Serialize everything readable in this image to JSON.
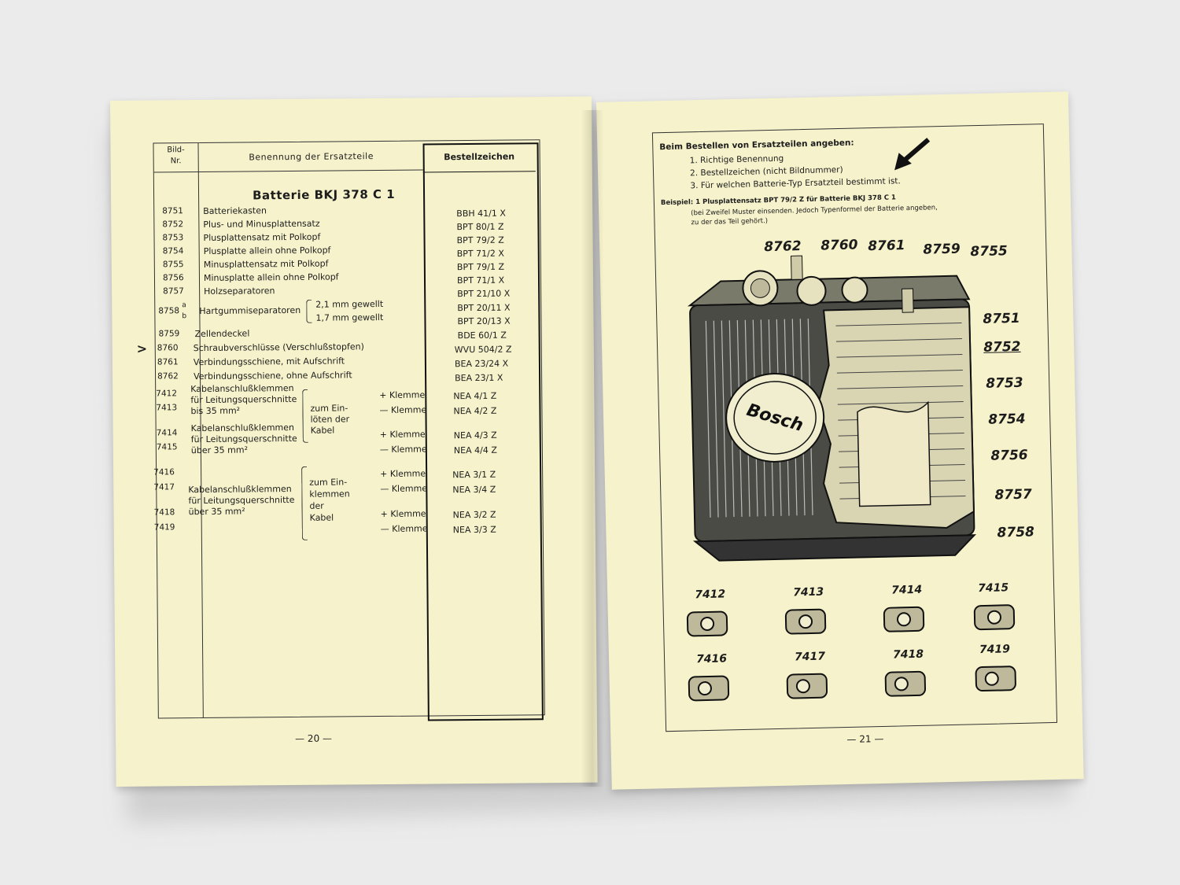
{
  "left_page": {
    "header": {
      "bild_nr": "Bild-\nNr.",
      "benennung": "Benennung der Ersatzteile",
      "bestellzeichen": "Bestellzeichen"
    },
    "title": "Batterie  BKJ 378 C 1",
    "rows": [
      {
        "nr": "8751",
        "name": "Batteriekasten",
        "code": "BBH 41/1 X"
      },
      {
        "nr": "8752",
        "name": "Plus- und Minusplattensatz",
        "code": "BPT 80/1 Z"
      },
      {
        "nr": "8753",
        "name": "Plusplattensatz mit Polkopf",
        "code": "BPT 79/2 Z"
      },
      {
        "nr": "8754",
        "name": "Plusplatte allein ohne Polkopf",
        "code": "BPT 71/2 X"
      },
      {
        "nr": "8755",
        "name": "Minusplattensatz mit Polkopf",
        "code": "BPT 79/1 Z"
      },
      {
        "nr": "8756",
        "name": "Minusplatte allein ohne Polkopf",
        "code": "BPT 71/1 X"
      },
      {
        "nr": "8757",
        "name": "Holzseparatoren",
        "code": "BPT 21/10 X"
      },
      {
        "nr": "8758",
        "name": "Hartgummiseparatoren",
        "code": "BPT 20/11 X"
      },
      {
        "nr": "",
        "name": "",
        "code": "BPT 20/13 X"
      },
      {
        "nr": "8759",
        "name": "Zellendeckel",
        "code": "BDE 60/1 Z"
      },
      {
        "nr": "8760",
        "name": "Schraubverschlüsse (Verschlußstopfen)",
        "code": "WVU 504/2 Z"
      },
      {
        "nr": "8761",
        "name": "Verbindungsschiene, mit Aufschrift",
        "code": "BEA 23/24 X"
      },
      {
        "nr": "8762",
        "name": "Verbindungsschiene, ohne Aufschrift",
        "code": "BEA 23/1 X"
      }
    ],
    "sep": {
      "a": "a",
      "b": "b",
      "opt1": "2,1 mm gewellt",
      "opt2": "1,7 mm gewellt"
    },
    "marker": ">",
    "terminals": {
      "g1": {
        "n1": "7412",
        "n2": "7413",
        "desc1": "Kabelanschlußklemmen",
        "desc2": "für Leitungsquerschnitte",
        "desc3": "bis 35 mm²",
        "m1": "zum Ein-",
        "m2": "löten der",
        "m3": "Kabel",
        "k1": "+ Klemme",
        "k2": "— Klemme",
        "c1": "NEA 4/1 Z",
        "c2": "NEA 4/2 Z"
      },
      "g2": {
        "n1": "7414",
        "n2": "7415",
        "desc1": "Kabelanschlußklemmen",
        "desc2": "für Leitungsquerschnitte",
        "desc3": "über 35 mm²",
        "k1": "+ Klemme",
        "k2": "— Klemme",
        "c1": "NEA 4/3 Z",
        "c2": "NEA 4/4 Z"
      },
      "g3": {
        "n1": "7416",
        "n2": "7417",
        "desc1": "Kabelanschlußklemmen",
        "desc2": "für Leitungsquerschnitte",
        "desc3": "über 35 mm²",
        "m1": "zum Ein-",
        "m2": "klemmen",
        "m3": "der",
        "m4": "Kabel",
        "k1": "+ Klemme",
        "k2": "— Klemme",
        "c1": "NEA 3/1 Z",
        "c2": "NEA 3/4 Z"
      },
      "g4": {
        "n1": "7418",
        "n2": "7419",
        "k1": "+ Klemme",
        "k2": "— Klemme",
        "c1": "NEA 3/2 Z",
        "c2": "NEA 3/3 Z"
      }
    },
    "page_number": "— 20 —"
  },
  "right_page": {
    "note_title": "Beim Bestellen von Ersatzteilen angeben:",
    "note_items": [
      "1. Richtige Benennung",
      "2. Bestellzeichen (nicht Bildnummer)",
      "3. Für welchen Batterie-Typ Ersatzteil bestimmt ist."
    ],
    "example": "Beispiel: 1 Plusplattensatz BPT 79/2 Z für Batterie BKJ 378 C 1",
    "example_note1": "(bei Zweifel Muster einsenden. Jedoch Typenformel der Batterie angeben,",
    "example_note2": "zu der das Teil gehört.)",
    "brand": "Bosch",
    "callouts_top": [
      "8762",
      "8760",
      "8761",
      "8759",
      "8755"
    ],
    "callouts_side": [
      "8751",
      "8752",
      "8753",
      "8754",
      "8756",
      "8757",
      "8758"
    ],
    "terminals_row1": [
      "7412",
      "7413",
      "7414",
      "7415"
    ],
    "terminals_row2": [
      "7416",
      "7417",
      "7418",
      "7419"
    ],
    "page_number": "— 21 —"
  }
}
